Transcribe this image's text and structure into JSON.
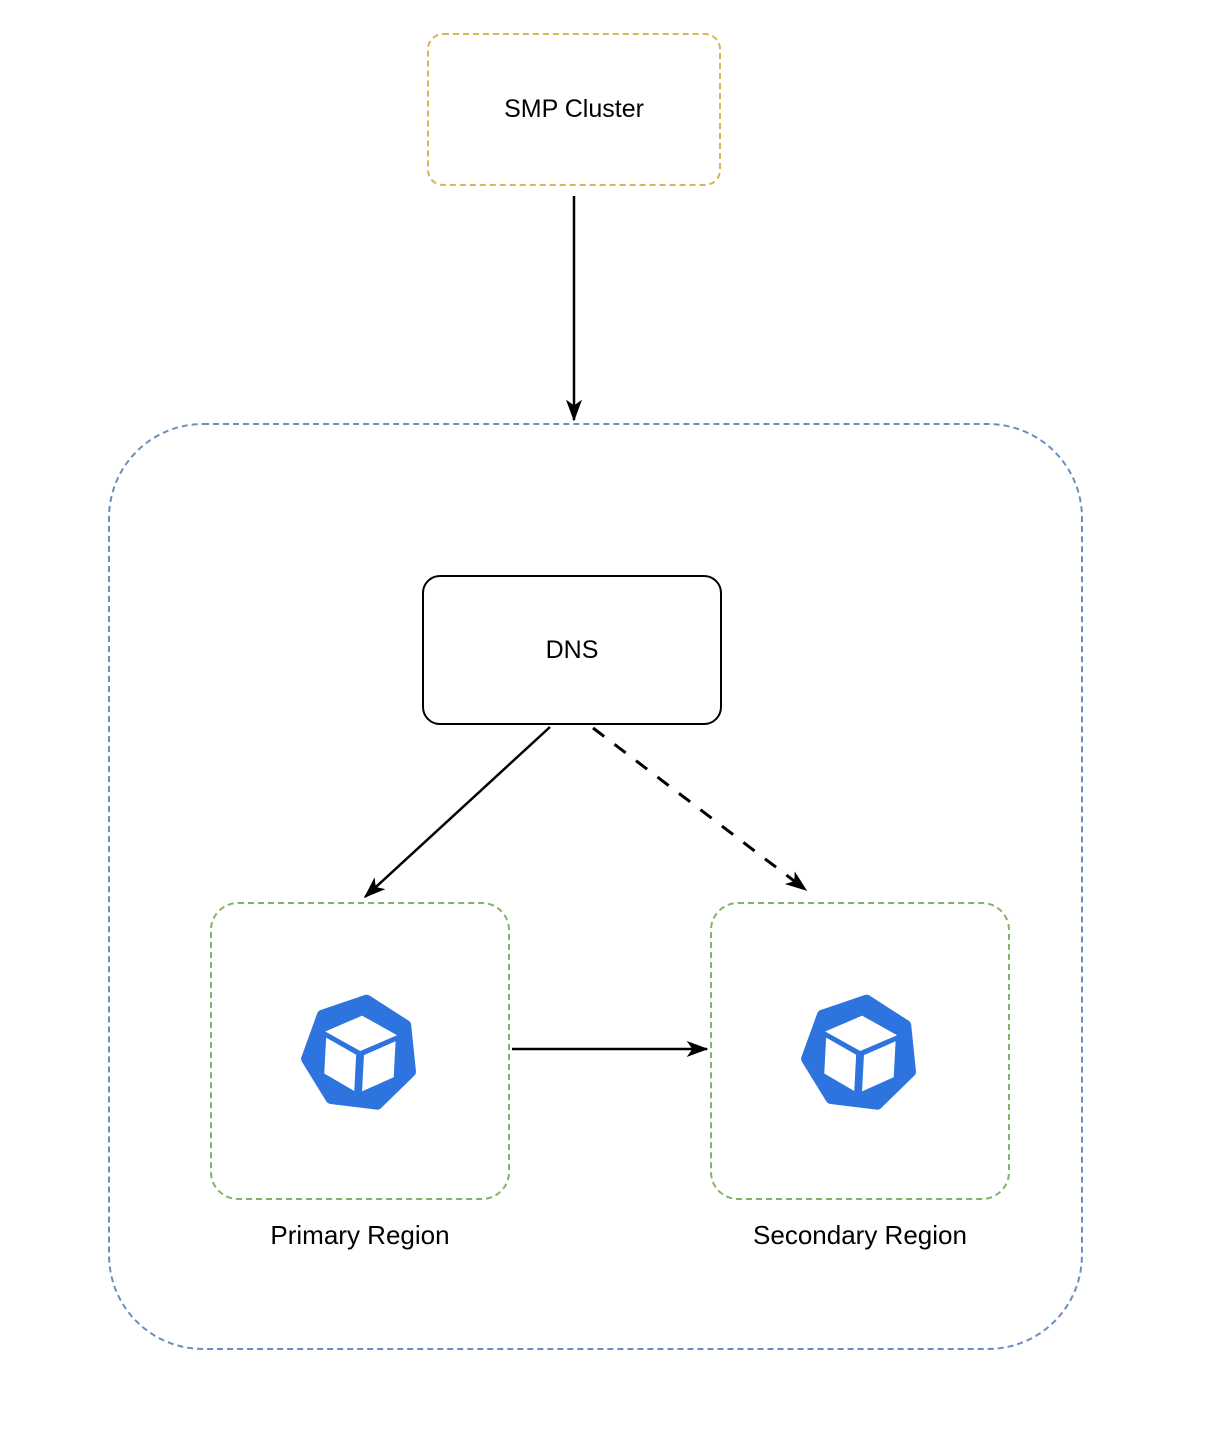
{
  "diagram": {
    "nodes": {
      "smp_cluster": {
        "label": "SMP Cluster"
      },
      "dns": {
        "label": "DNS"
      },
      "primary_region": {
        "label": "Primary Region"
      },
      "secondary_region": {
        "label": "Secondary Region"
      }
    },
    "edges": [
      {
        "from": "smp_cluster",
        "to": "region_container",
        "style": "solid",
        "arrowhead": "filled"
      },
      {
        "from": "dns",
        "to": "primary_region",
        "style": "solid",
        "arrowhead": "filled"
      },
      {
        "from": "dns",
        "to": "secondary_region",
        "style": "dashed",
        "arrowhead": "filled"
      },
      {
        "from": "primary_region",
        "to": "secondary_region",
        "style": "solid",
        "arrowhead": "filled"
      }
    ],
    "colors": {
      "smp_border": "#d6b656",
      "container_border": "#6c8ebf",
      "region_border": "#82b366",
      "dns_border": "#000000",
      "icon_blue": "#2e74df",
      "icon_cube": "#ffffff",
      "arrow": "#000000",
      "text": "#000000",
      "background": "#ffffff"
    },
    "icons": {
      "primary": "heptagon-cube-icon",
      "secondary": "heptagon-cube-icon"
    }
  }
}
